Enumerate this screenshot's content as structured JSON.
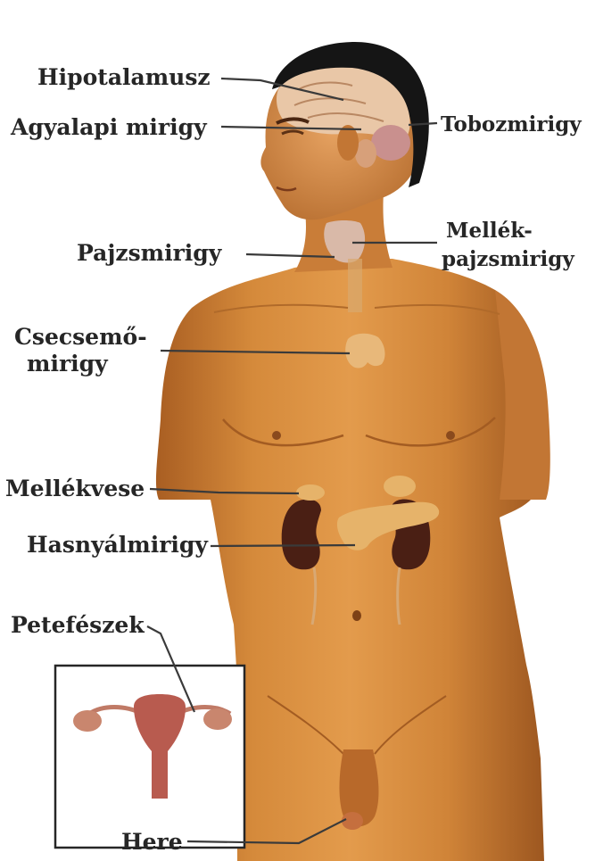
{
  "labels": {
    "hypothalamus": "Hipotalamusz",
    "pituitary": "Agyalapi mirigy",
    "pineal": "Tobozmirigy",
    "thyroid": "Pajzsmirigy",
    "parathyroid_line1": "Mellék-",
    "parathyroid_line2": "pajzsmirigy",
    "thymus_line1": "Csecsemő-",
    "thymus_line2": "mirigy",
    "adrenal": "Mellékvese",
    "pancreas": "Hasnyálmirigy",
    "ovary": "Petefészek",
    "testis": "Here"
  },
  "colors": {
    "skin": "#d9903f",
    "skin_dark": "#a95e22",
    "hair": "#151515",
    "brain": "#e9c7a7",
    "kidney": "#4a1f14",
    "gland": "#e6b36a",
    "uterus": "#b85b4f"
  }
}
